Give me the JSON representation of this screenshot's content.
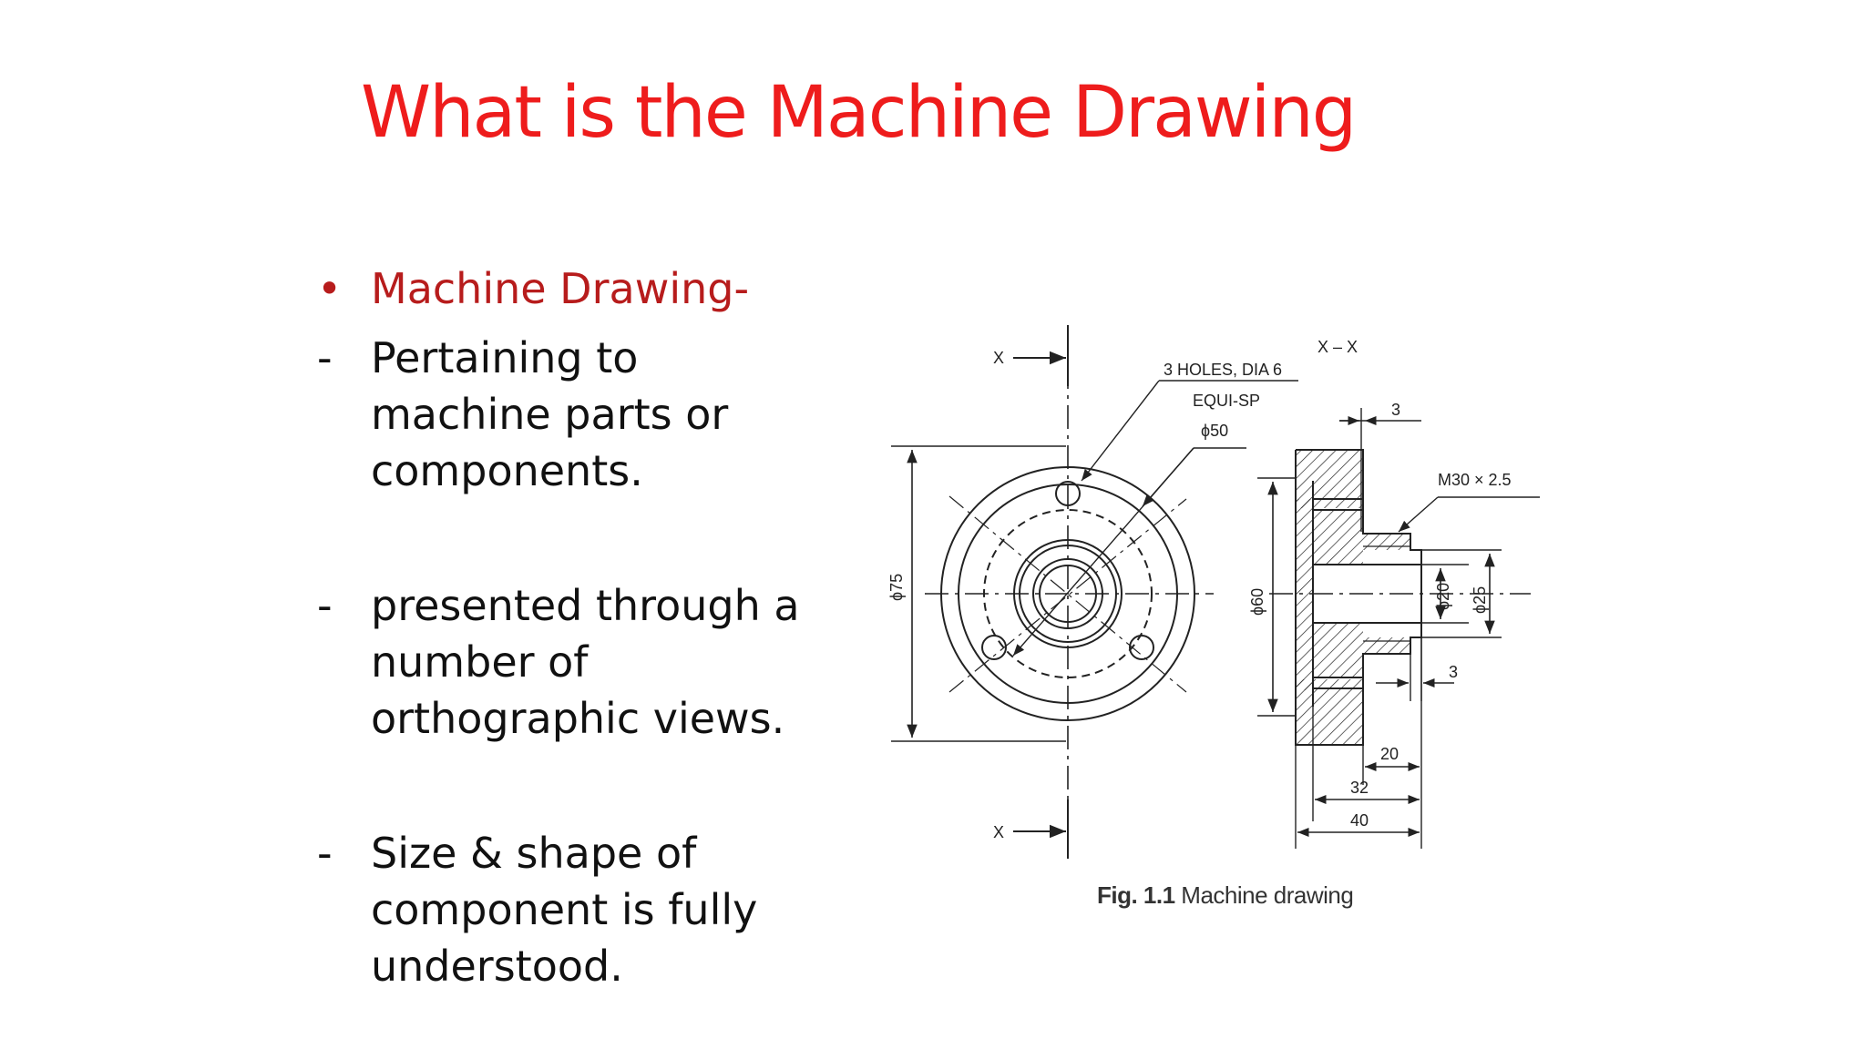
{
  "slide": {
    "title": "What is the Machine Drawing",
    "bullet_heading": "Machine Drawing-",
    "items": [
      "Pertaining to machine parts or components.",
      "presented through a number of orthographic views.",
      "Size & shape of component is fully understood."
    ],
    "dash": "-",
    "bullet_symbol": "•"
  },
  "figure": {
    "caption_prefix": "Fig. 1.1",
    "caption_text": " Machine drawing",
    "labels": {
      "section_mark": "X",
      "section_title": "X – X",
      "holes_line1": "3 HOLES, DIA 6",
      "holes_line2": "EQUI-SP",
      "pcd": "ϕ50",
      "outer_dia": "ϕ75",
      "flange_dia": "ϕ60",
      "bore_dia": "ϕ20",
      "spigot_dia": "ϕ25",
      "thread": "M30 × 2.5",
      "dim_3_top": "3",
      "dim_3_bottom": "3",
      "dim_20": "20",
      "dim_32": "32",
      "dim_40": "40"
    }
  },
  "colors": {
    "title": "#ee1c1c",
    "heading": "#b71c1c",
    "text": "#111111",
    "drawing": "#222222"
  }
}
